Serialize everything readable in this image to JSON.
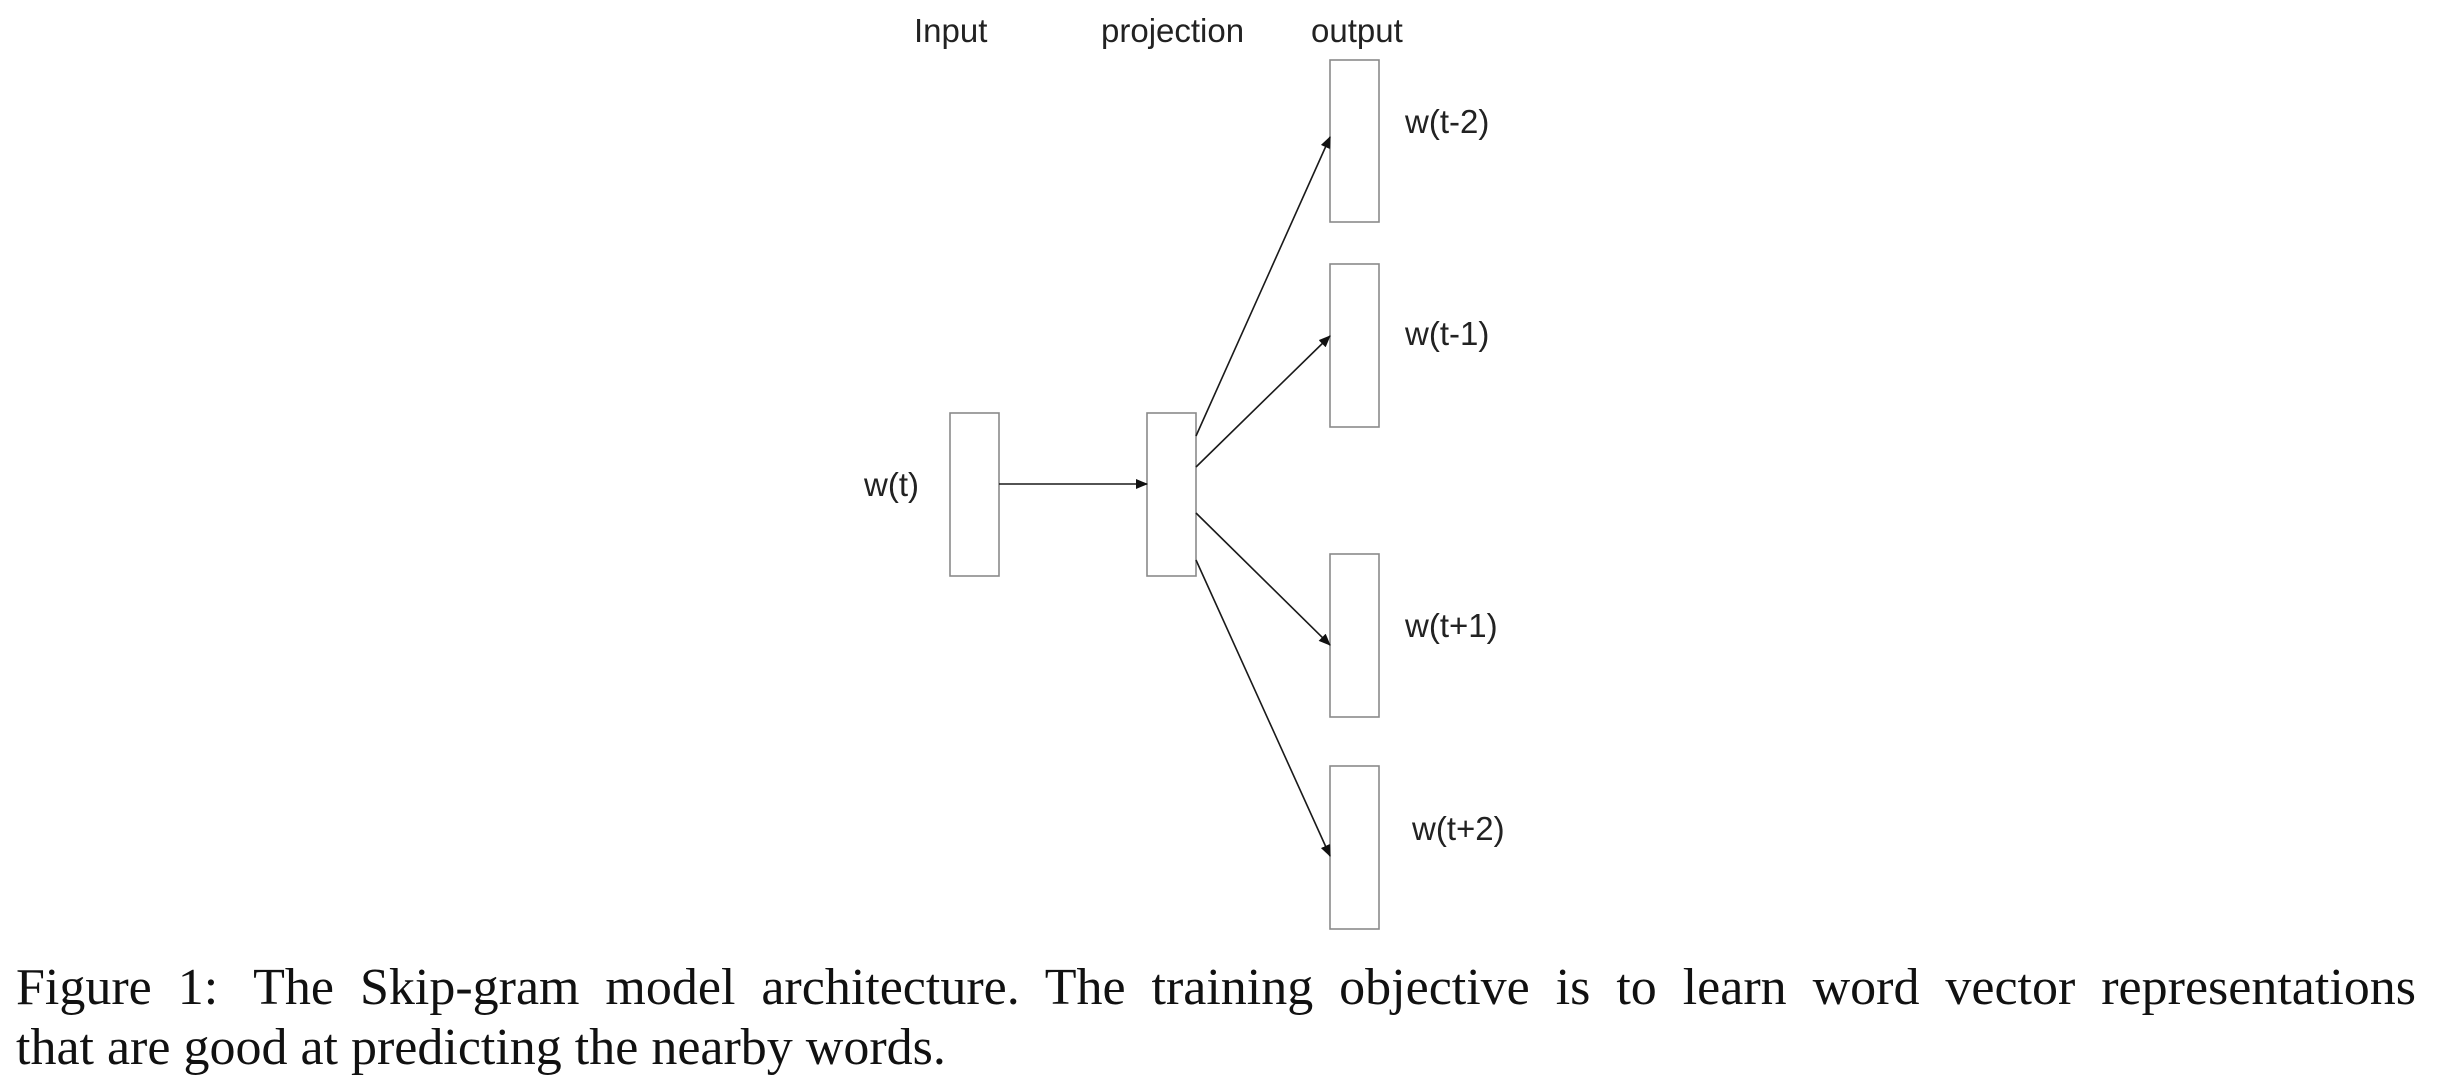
{
  "diagram": {
    "headers": {
      "input": "Input",
      "projection": "projection",
      "output": "output"
    },
    "input_word": "w(t)",
    "outputs": [
      {
        "label": "w(t-2)"
      },
      {
        "label": "w(t-1)"
      },
      {
        "label": "w(t+1)"
      },
      {
        "label": "w(t+2)"
      }
    ]
  },
  "caption": {
    "figure_label": "Figure 1:",
    "line1_text": "The Skip-gram model architecture. The training objective is to learn word vector representations",
    "line2_text": "that are good at predicting the nearby words."
  }
}
